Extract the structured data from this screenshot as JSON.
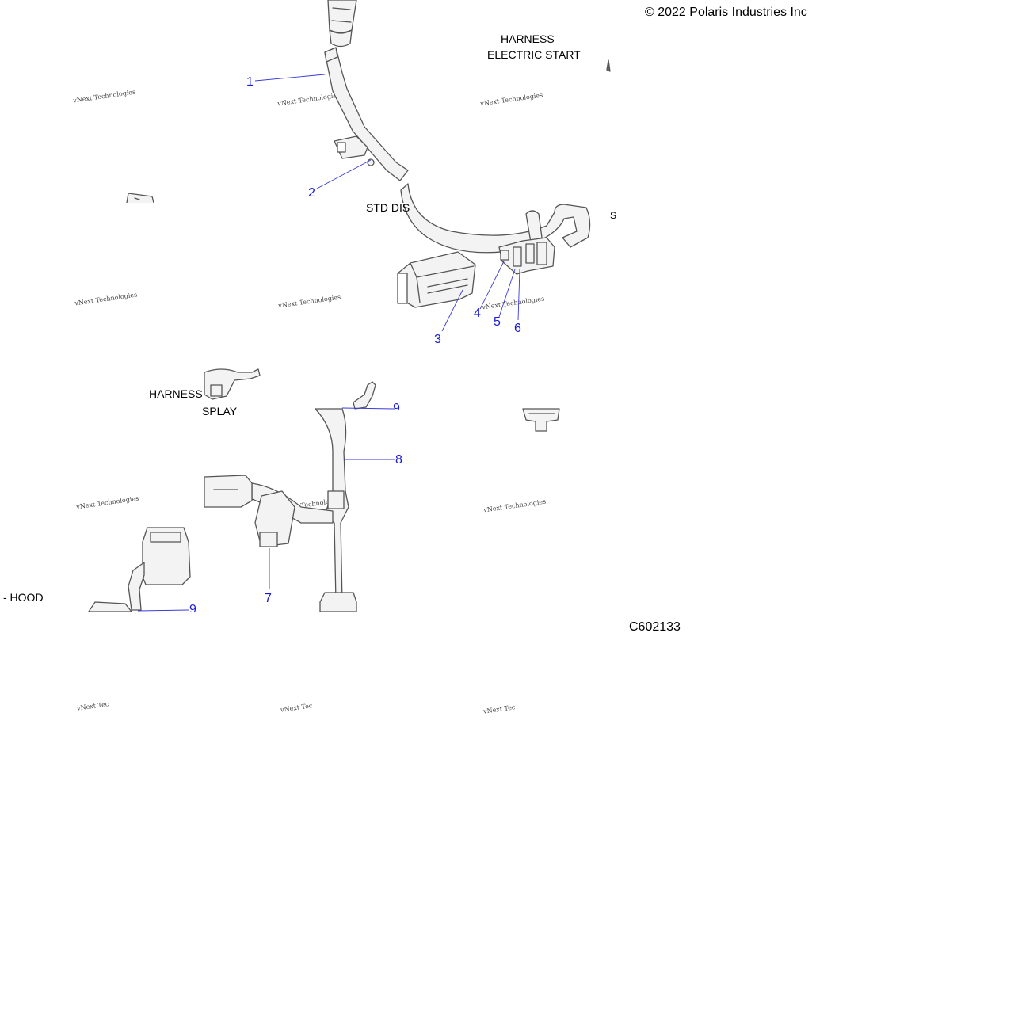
{
  "copyright": "© 2022 Polaris Industries Inc",
  "drawing_number": "C602133",
  "labels": {
    "harness_electric_start_line1": "HARNESS",
    "harness_electric_start_line2": "ELECTRIC START",
    "std_display_fragment": "STD DIS",
    "harness_std_line1": "HARNESS",
    "harness_std_line2": "SPLAY",
    "hood_fragment": "- HOOD",
    "small_s_fragment": "S"
  },
  "callouts": [
    "1",
    "2",
    "3",
    "4",
    "5",
    "6",
    "7",
    "8",
    "9",
    "9"
  ],
  "watermark": {
    "text": "vNext Technologies",
    "truncated_text": "vNext Tec"
  },
  "colors": {
    "callout": "#1a1adb",
    "line": "#3a3ad8",
    "drawing": "#555555",
    "part_fill": "#f2f2f2"
  }
}
